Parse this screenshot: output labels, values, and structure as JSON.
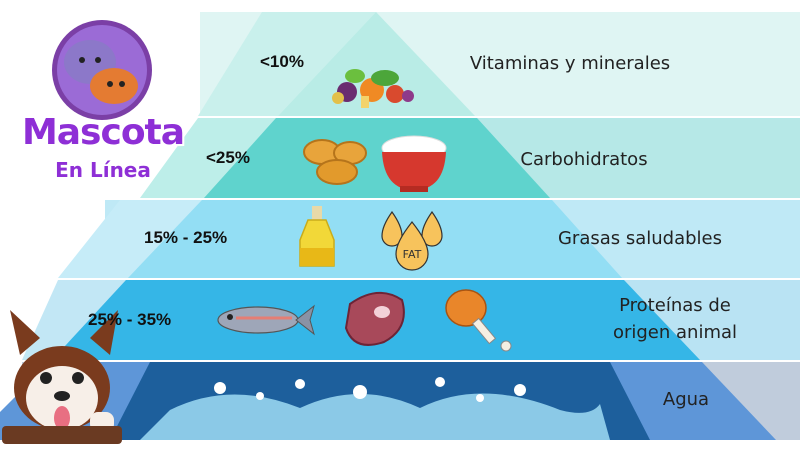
{
  "brand": {
    "title": "Mascota",
    "subtitle": "En Línea"
  },
  "colors": {
    "tier1": "#b9ece6",
    "tier2": "#5fd3cd",
    "tier3": "#93def4",
    "tier4": "#35b6e7",
    "tier5": "#5e96d8",
    "tier5_dark": "#1d5f9c",
    "band1": "#dff5f3",
    "band2": "#b6e8e7",
    "band3": "#bfe9f6",
    "band4": "#b9e3f3",
    "band5": "#c0ccdc",
    "brand": "#8e2fd6"
  },
  "pyramid": {
    "levels": [
      {
        "percent": "<10%",
        "label_lines": [
          "Vitaminas y minerales"
        ],
        "icons": [
          "vegetables-icon"
        ]
      },
      {
        "percent": "<25%",
        "label_lines": [
          "Carbohidratos"
        ],
        "icons": [
          "potatoes-icon",
          "rice-bowl-icon"
        ]
      },
      {
        "percent": "15% - 25%",
        "label_lines": [
          "Grasas saludables"
        ],
        "icons": [
          "oil-bottle-icon",
          "fat-drops-icon"
        ]
      },
      {
        "percent": "25% - 35%",
        "label_lines": [
          "Proteínas de",
          "origen animal"
        ],
        "icons": [
          "fish-icon",
          "steak-icon",
          "chicken-leg-icon"
        ]
      },
      {
        "percent": "",
        "label_lines": [
          "Agua"
        ],
        "icons": [
          "water-splash-icon"
        ]
      }
    ]
  }
}
